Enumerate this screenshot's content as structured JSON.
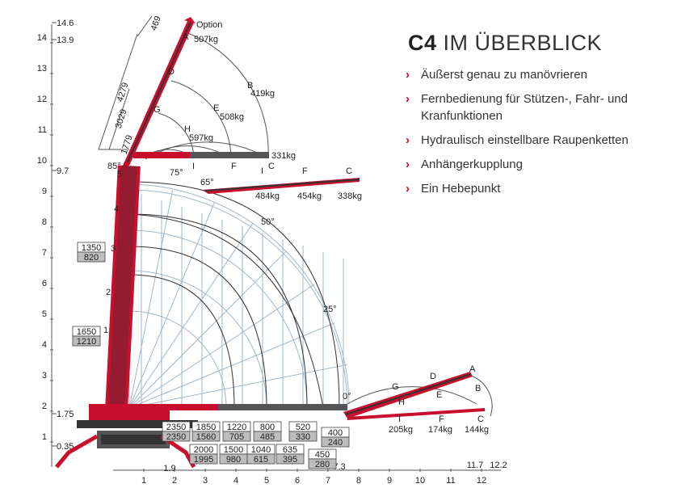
{
  "header": {
    "title_bold": "C4",
    "title_rest": " IM ÜBERBLICK"
  },
  "features": [
    "Äußerst genau zu manövrieren",
    "Fernbedienung für Stützen-, Fahr- und Kranfunktionen",
    "Hydraulisch einstellbare Raupenketten",
    "Anhängerkupplung",
    "Ein Hebepunkt"
  ],
  "colors": {
    "accent": "#d0021b",
    "grid": "#9fb7c9",
    "boom": "#c8102e"
  },
  "y_axis": {
    "ticks": [
      "1",
      "2",
      "3",
      "4",
      "5",
      "6",
      "7",
      "8",
      "9",
      "10",
      "11",
      "12",
      "13",
      "14"
    ],
    "extra_labels": [
      "14.6",
      "13.9",
      "9.7",
      "1.75",
      "0.35"
    ]
  },
  "x_axis": {
    "ticks": [
      "1",
      "2",
      "3",
      "4",
      "5",
      "6",
      "7",
      "8",
      "9",
      "10",
      "11",
      "12"
    ],
    "extra_labels": [
      "1.9",
      "7.3",
      "11.7",
      "12.2"
    ]
  },
  "angle_labels": [
    "85°",
    "75°",
    "65°",
    "50°",
    "25°",
    "0°"
  ],
  "boom_points_upper": [
    "A",
    "B",
    "C",
    "D",
    "E",
    "F",
    "G",
    "H",
    "I"
  ],
  "boom_points_mid": [
    "I",
    "F",
    "C"
  ],
  "boom_points_low": [
    "A",
    "B",
    "C",
    "D",
    "E",
    "F",
    "G",
    "H",
    "I"
  ],
  "outrigger_sections": [
    "1",
    "2",
    "3",
    "4",
    "5"
  ],
  "dimensions": [
    "469",
    "4279",
    "3029",
    "1779"
  ],
  "option_label": "Option",
  "loads_upper": [
    "507kg",
    "419kg",
    "508kg",
    "597kg",
    "331kg"
  ],
  "loads_mid": [
    "484kg",
    "454kg",
    "338kg"
  ],
  "loads_low": [
    "205kg",
    "174kg",
    "144kg"
  ],
  "capacity_boxes_vertical": [
    {
      "top": "1350",
      "bottom": "820"
    },
    {
      "top": "1650",
      "bottom": "1210"
    }
  ],
  "capacity_boxes_row1": [
    {
      "top": "2350",
      "bottom": "2350"
    },
    {
      "top": "1850",
      "bottom": "1560"
    },
    {
      "top": "1220",
      "bottom": "705"
    },
    {
      "top": "800",
      "bottom": "485"
    },
    {
      "top": "520",
      "bottom": "330"
    },
    {
      "top": "400",
      "bottom": "240"
    }
  ],
  "capacity_boxes_row2": [
    {
      "top": "2000",
      "bottom": "1995"
    },
    {
      "top": "1500",
      "bottom": "980"
    },
    {
      "top": "1040",
      "bottom": "615"
    },
    {
      "top": "635",
      "bottom": "395"
    },
    {
      "top": "450",
      "bottom": "280"
    }
  ]
}
